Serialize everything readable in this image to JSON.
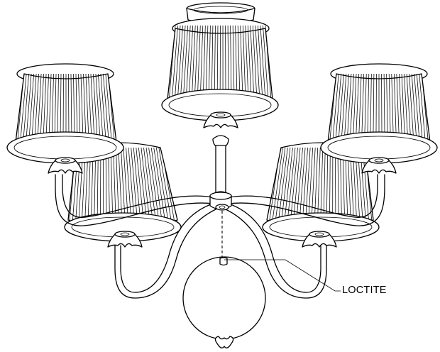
{
  "diagram": {
    "callout": {
      "label": "LOCTITE"
    }
  },
  "style": {
    "line_color": "#000000",
    "background": "#ffffff"
  },
  "parts": {
    "shade_count": 5,
    "arm_count": 5,
    "components": [
      "canopy",
      "center-stem",
      "center-hub",
      "arms",
      "candle-cups",
      "lamp-shades",
      "finial-ball",
      "bottom-finial"
    ]
  }
}
